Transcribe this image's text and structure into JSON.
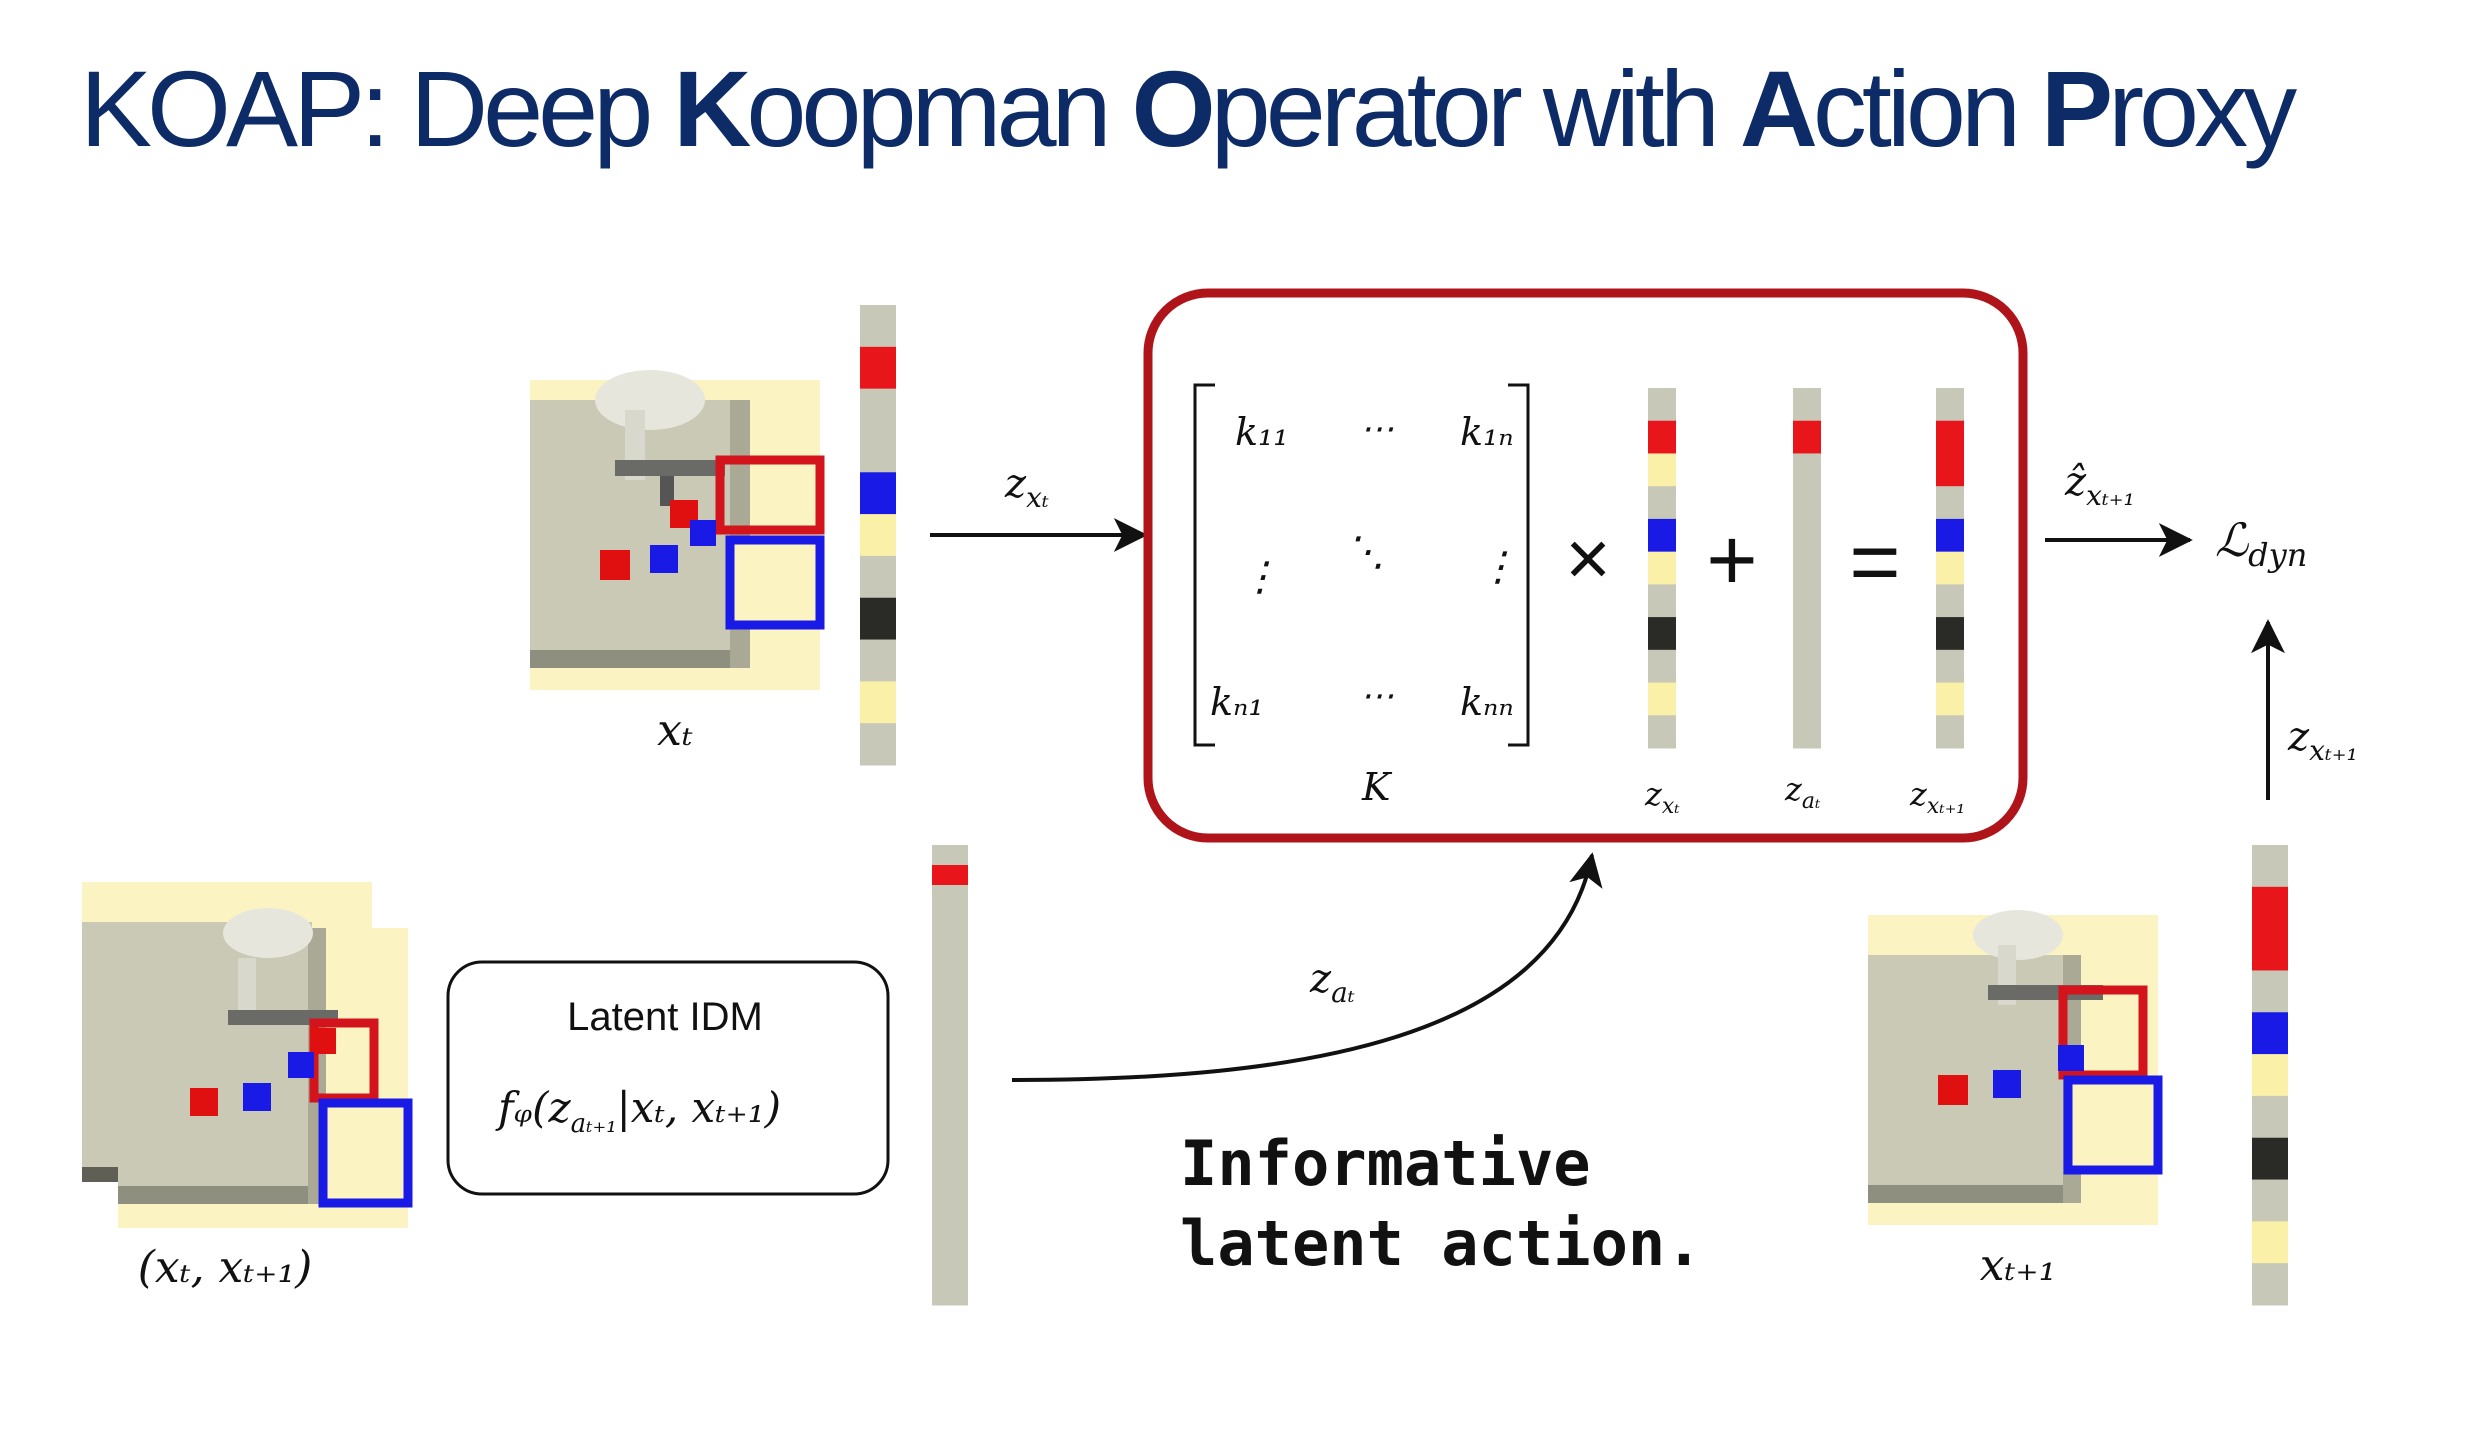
{
  "title": {
    "segments": [
      {
        "text": "KOAP: Deep ",
        "bold": false
      },
      {
        "text": "K",
        "bold": true
      },
      {
        "text": "oopman ",
        "bold": false
      },
      {
        "text": "O",
        "bold": true
      },
      {
        "text": "perator with ",
        "bold": false
      },
      {
        "text": "A",
        "bold": true
      },
      {
        "text": "ction ",
        "bold": false
      },
      {
        "text": "P",
        "bold": true
      },
      {
        "text": "roxy",
        "bold": false
      }
    ]
  },
  "colors": {
    "title": "#0d2b66",
    "red": "#e8151b",
    "blue": "#1a1ae6",
    "yellow": "#fbf0a8",
    "gray": "#c8c8b8",
    "dark": "#2a2a26",
    "box_border": "#b0141b"
  },
  "vectors": {
    "z_xt_left": [
      "gray",
      "red",
      "gray",
      "gray",
      "blue",
      "yellow",
      "gray",
      "dark",
      "gray",
      "yellow",
      "gray"
    ],
    "z_at_left": [
      "gray",
      "red",
      "gray",
      "gray",
      "gray",
      "gray",
      "gray",
      "gray",
      "gray",
      "gray",
      "gray",
      "gray",
      "gray",
      "gray",
      "gray",
      "gray",
      "gray",
      "gray",
      "gray",
      "gray",
      "gray",
      "gray",
      "gray"
    ],
    "z_xt1_right": [
      "gray",
      "red",
      "red",
      "gray",
      "blue",
      "yellow",
      "gray",
      "dark",
      "gray",
      "yellow",
      "gray"
    ],
    "box_z_xt": [
      "gray",
      "red",
      "yellow",
      "gray",
      "blue",
      "yellow",
      "gray",
      "dark",
      "gray",
      "yellow",
      "gray"
    ],
    "box_z_at": [
      "gray",
      "red",
      "gray",
      "gray",
      "gray",
      "gray",
      "gray",
      "gray",
      "gray",
      "gray",
      "gray"
    ],
    "box_z_xt1": [
      "gray",
      "red",
      "red",
      "gray",
      "blue",
      "yellow",
      "gray",
      "dark",
      "gray",
      "yellow",
      "gray"
    ]
  },
  "labels": {
    "x_t": "xₜ",
    "x_t1": "xₜ₊₁",
    "pair": "(xₜ, xₜ₊₁)",
    "arrow_z_xt": "z",
    "arrow_z_xt_sub": "xₜ",
    "z_hat": "ẑ",
    "z_hat_sub": "xₜ₊₁",
    "loss": "ℒ",
    "loss_sub": "dyn",
    "z_xt1_up": "z",
    "z_xt1_up_sub": "xₜ₊₁",
    "z_at_curve": "z",
    "z_at_curve_sub": "aₜ"
  },
  "matrix": {
    "k11": "k₁₁",
    "k1n": "k₁ₙ",
    "kn1": "kₙ₁",
    "knn": "kₙₙ",
    "hdots": "⋯",
    "vdots": "⋮",
    "ddots": "⋱",
    "name": "K",
    "times": "×",
    "plus": "+",
    "equals": "=",
    "vec1_label": "z",
    "vec1_sub": "xₜ",
    "vec2_label": "z",
    "vec2_sub": "aₜ",
    "vec3_label": "z",
    "vec3_sub": "xₜ₊₁"
  },
  "idm": {
    "title": "Latent IDM",
    "formula": "fᵩ(z",
    "formula_sub": "aₜ₊₁",
    "formula_rest": "|xₜ, xₜ₊₁)"
  },
  "caption": {
    "line1": "Informative",
    "line2": "latent action."
  }
}
